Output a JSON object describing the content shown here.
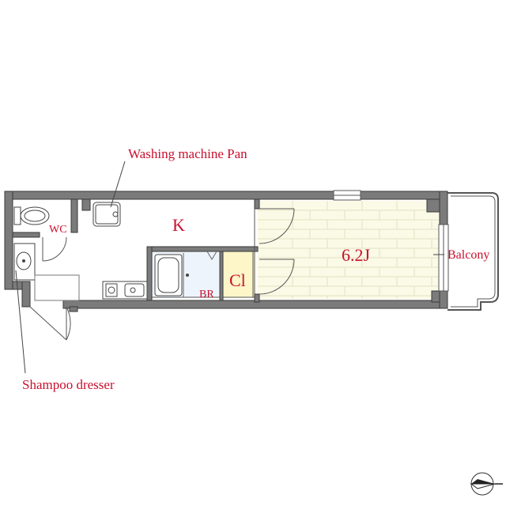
{
  "labels": {
    "washing_machine_pan": "Washing machine Pan",
    "kitchen": "K",
    "wc": "WC",
    "bathroom": "BR",
    "closet": "Cl",
    "main_room": "6.2J",
    "balcony": "Balcony",
    "shampoo_dresser": "Shampoo dresser"
  },
  "colors": {
    "label_red": "#c8102e",
    "wall": "#7b7b7b",
    "room_floor": "#fafae6",
    "closet_fill": "#fdf6c8",
    "bath_fill": "#eef4fb"
  },
  "icons": {
    "compass": "compass-arrow-icon"
  }
}
